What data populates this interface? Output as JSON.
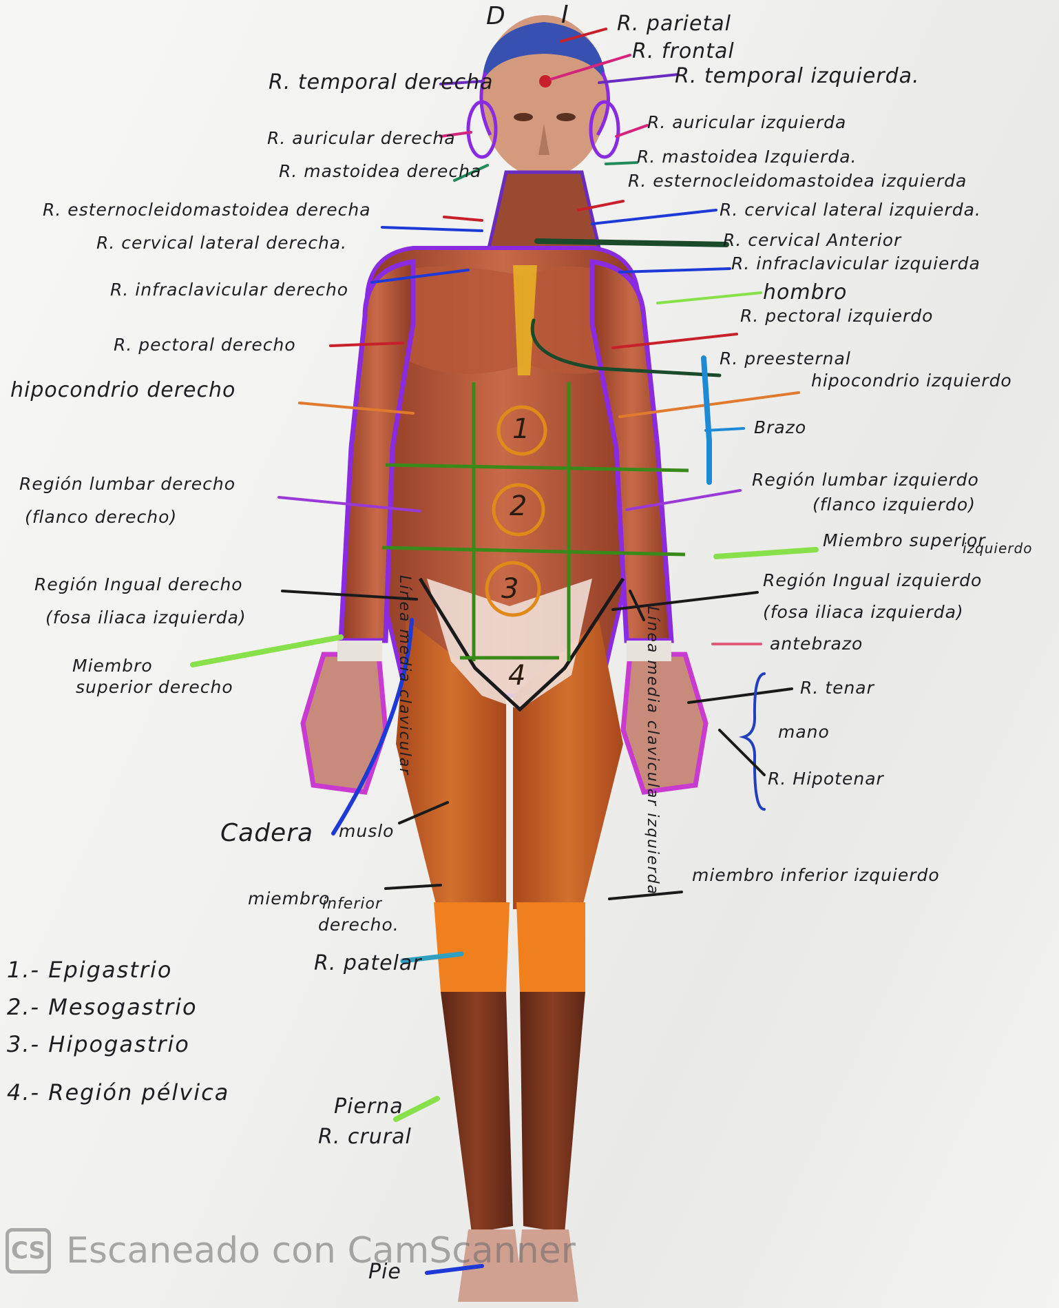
{
  "header": {
    "side_right": "D",
    "side_left": "I"
  },
  "labels": {
    "parietal": "R. parietal",
    "frontal": "R. frontal",
    "temporal_izq": "R. temporal izquierda.",
    "temporal_der": "R. temporal derecha",
    "auricular_izq": "R. auricular izquierda",
    "auricular_der": "R. auricular derecha",
    "mastoidea_izq": "R. mastoidea Izquierda.",
    "mastoidea_der": "R. mastoidea derecha",
    "esterno_izq": "R. esternocleidomastoidea izquierda",
    "esterno_der": "R. esternocleidomastoidea derecha",
    "cervical_lat_izq": "R. cervical lateral izquierda.",
    "cervical_lat_der": "R. cervical lateral derecha.",
    "cervical_ant": "R. cervical Anterior",
    "infraclav_izq": "R. infraclavicular izquierda",
    "infraclav_der": "R. infraclavicular derecho",
    "hombro": "hombro",
    "pectoral_izq": "R. pectoral izquierdo",
    "pectoral_der": "R. pectoral derecho",
    "preesternal": "R. preesternal",
    "hipocondrio_izq": "hipocondrio izquierdo",
    "hipocondrio_der": "hipocondrio derecho",
    "brazo": "Brazo",
    "lumbar_izq_1": "Región lumbar izquierdo",
    "lumbar_izq_2": "(flanco izquierdo)",
    "lumbar_der_1": "Región lumbar derecho",
    "lumbar_der_2": "(flanco derecho)",
    "miembro_sup_izq_1": "Miembro superior",
    "miembro_sup_izq_2": "izquierdo",
    "inguinal_izq_1": "Región Ingual izquierdo",
    "inguinal_izq_2": "(fosa iliaca izquierda)",
    "inguinal_der_1": "Región Ingual derecho",
    "inguinal_der_2": "(fosa iliaca izquierda)",
    "antebrazo": "antebrazo",
    "miembro_sup_der_1": "Miembro",
    "miembro_sup_der_2": "superior derecho",
    "tenar": "R. tenar",
    "mano": "mano",
    "hipotenar": "R. Hipotenar",
    "linea_der": "Línea media clavicular",
    "linea_izq": "Línea media clavicular izquierda",
    "cadera": "Cadera",
    "muslo": "muslo",
    "miembro_inf_izq": "miembro inferior izquierdo",
    "miembro_inf_der_1": "miembro",
    "miembro_inf_der_2": "inferior",
    "miembro_inf_der_3": "derecho.",
    "patelar": "R. patelar",
    "pierna": "Pierna",
    "crural": "R. crural",
    "pie": "Pie"
  },
  "legend": [
    "1.- Epigastrio",
    "2.- Mesogastrio",
    "3.- Hipogastrio",
    "4.- Región pélvica"
  ],
  "regions_numbers": [
    "1",
    "2",
    "3",
    "4"
  ],
  "watermark": {
    "logo": "CS",
    "text": "Escaneado con CamScanner"
  },
  "colors": {
    "pink": "#d4257a",
    "purple": "#8a2be2",
    "blue": "#1e3ad6",
    "green": "#1f8a5a",
    "lightgreen": "#88e04a",
    "orange": "#e07a2e",
    "red": "#c8202a",
    "darkgreen": "#1f5a2e",
    "skin": "#b8563a",
    "thigh": "#c8612a",
    "knee": "#f07a1a",
    "shin": "#7a3520"
  }
}
